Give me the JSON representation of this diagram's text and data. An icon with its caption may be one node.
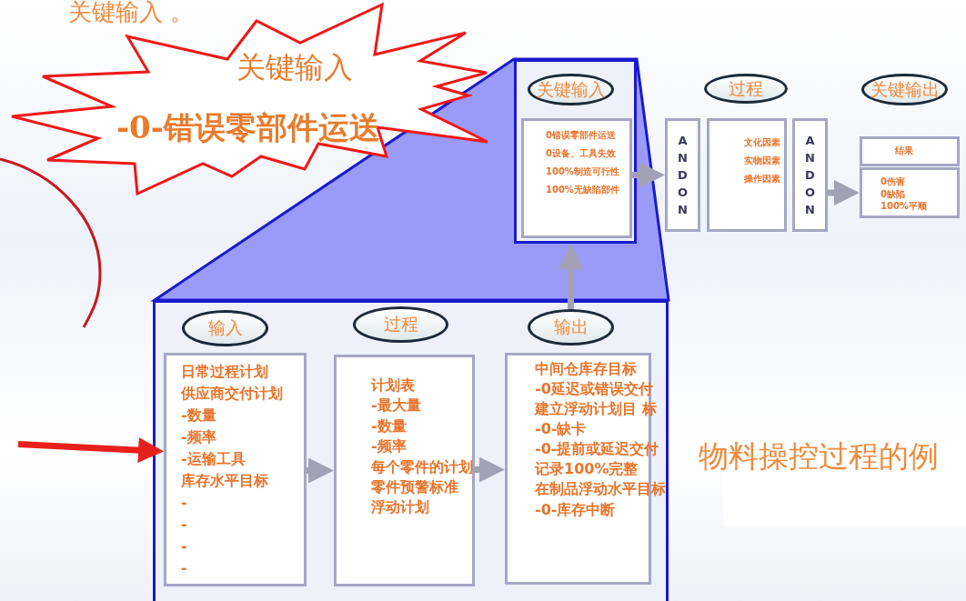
{
  "diagram": {
    "nodes": [
      {
        "text": [
          "关键输入",
          "-0-错误零部件运送"
        ]
      },
      {
        "text": [],
        "shape": "box"
      },
      {
        "text": [
          "输入"
        ],
        "in": 1
      },
      {
        "text": [
          "日常过程计划",
          "供应商交付计划",
          "-数量",
          "-频率",
          "-运输工具",
          "库存水平目标",
          "-",
          "-",
          "-",
          "-"
        ],
        "in": 1
      },
      {
        "text": [
          "过程"
        ],
        "in": 1
      },
      {
        "text": [
          "计划表",
          "-最大量",
          "-数量",
          "-频率",
          "每个零件的计划",
          "零件预警标准",
          "浮动计划"
        ],
        "in": 1
      },
      {
        "text": [
          "输出"
        ],
        "in": 1
      },
      {
        "text": [
          "中间仓库存目标",
          "-0延迟或错误交付",
          "建立浮动计划目 标",
          "-0-缺卡",
          "-0-提前或延迟交付",
          "记录100%完整",
          "在制品浮动水平目标",
          "-0-库存中断"
        ],
        "in": 1
      },
      {
        "text": [],
        "shape": "box"
      },
      {
        "text": [
          "关键输入"
        ],
        "in": 8
      },
      {
        "text": [
          "0错误零部件运送",
          "0设备、工具失效",
          "100%制造可行性",
          "100%无缺陷部件"
        ],
        "in": 8
      },
      {
        "text": [
          "ANDON"
        ]
      },
      {
        "text": [
          "过程"
        ]
      },
      {
        "text": [
          "文化因素",
          "实物因素",
          "操作因素"
        ]
      },
      {
        "text": [
          "ANDON"
        ]
      },
      {
        "text": [
          "关键输出"
        ]
      },
      {
        "text": [
          "结果"
        ]
      },
      {
        "text": [
          "0伤害",
          "0缺陷",
          "100%平顺"
        ]
      }
    ],
    "edges": [
      {
        "from": null,
        "to": 3,
        "arrow": "to",
        "color": "#e8201c"
      },
      {
        "from": 3,
        "to": 5,
        "arrow": "to"
      },
      {
        "from": 5,
        "to": 7,
        "arrow": "to"
      },
      {
        "from": 6,
        "to": 8,
        "arrow": "to"
      },
      {
        "from": 10,
        "to": 11,
        "arrow": "to"
      },
      {
        "from": 14,
        "to": 17,
        "arrow": "to"
      }
    ],
    "labels": [
      "关键输入 。",
      "物料操控过程的例"
    ]
  }
}
